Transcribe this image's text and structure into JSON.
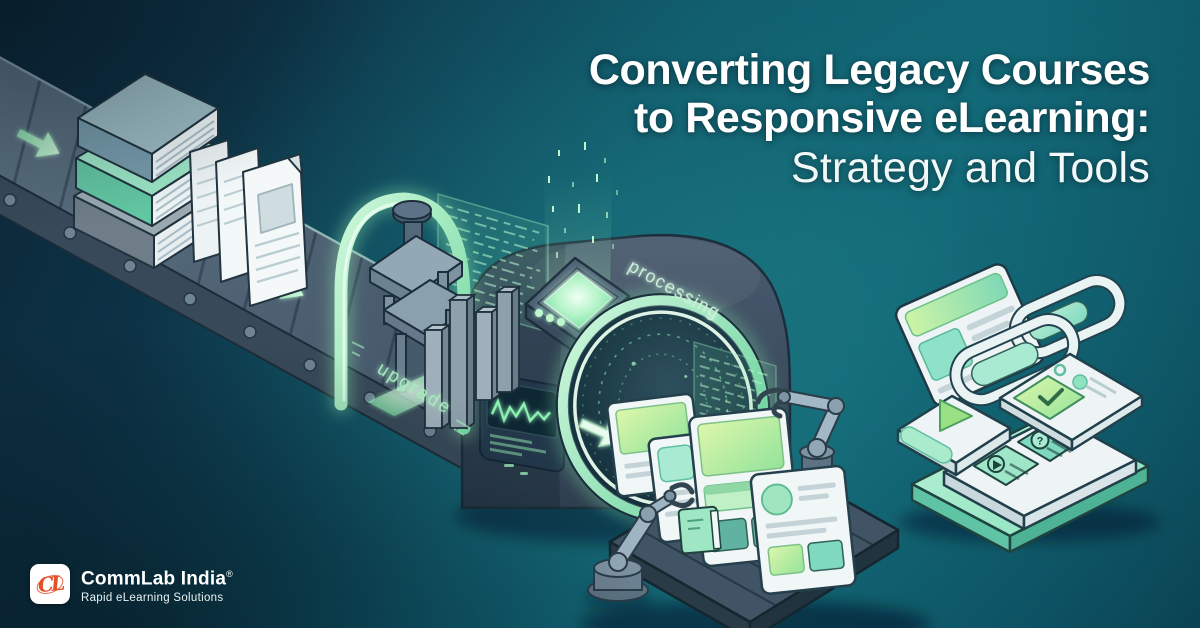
{
  "title": {
    "line1": "Converting Legacy Courses",
    "line2": "to Responsive eLearning:",
    "line3": "Strategy and Tools"
  },
  "labels": {
    "upgrade": "upgrade",
    "processing": "processing"
  },
  "icons": {
    "question": "?"
  },
  "logo": {
    "monogram": "CL",
    "name": "CommLab India",
    "registered": "®",
    "tagline": "Rapid eLearning Solutions"
  },
  "colors": {
    "background_dark_navy": "#0b2637",
    "background_teal": "#106373",
    "accent_mint": "#aef0c4",
    "accent_lime": "#c8f2a2",
    "machine_slate": "#46586c",
    "card_white": "#f1f6f6",
    "logo_orange": "#e44f26",
    "title_white": "#ffffff"
  }
}
